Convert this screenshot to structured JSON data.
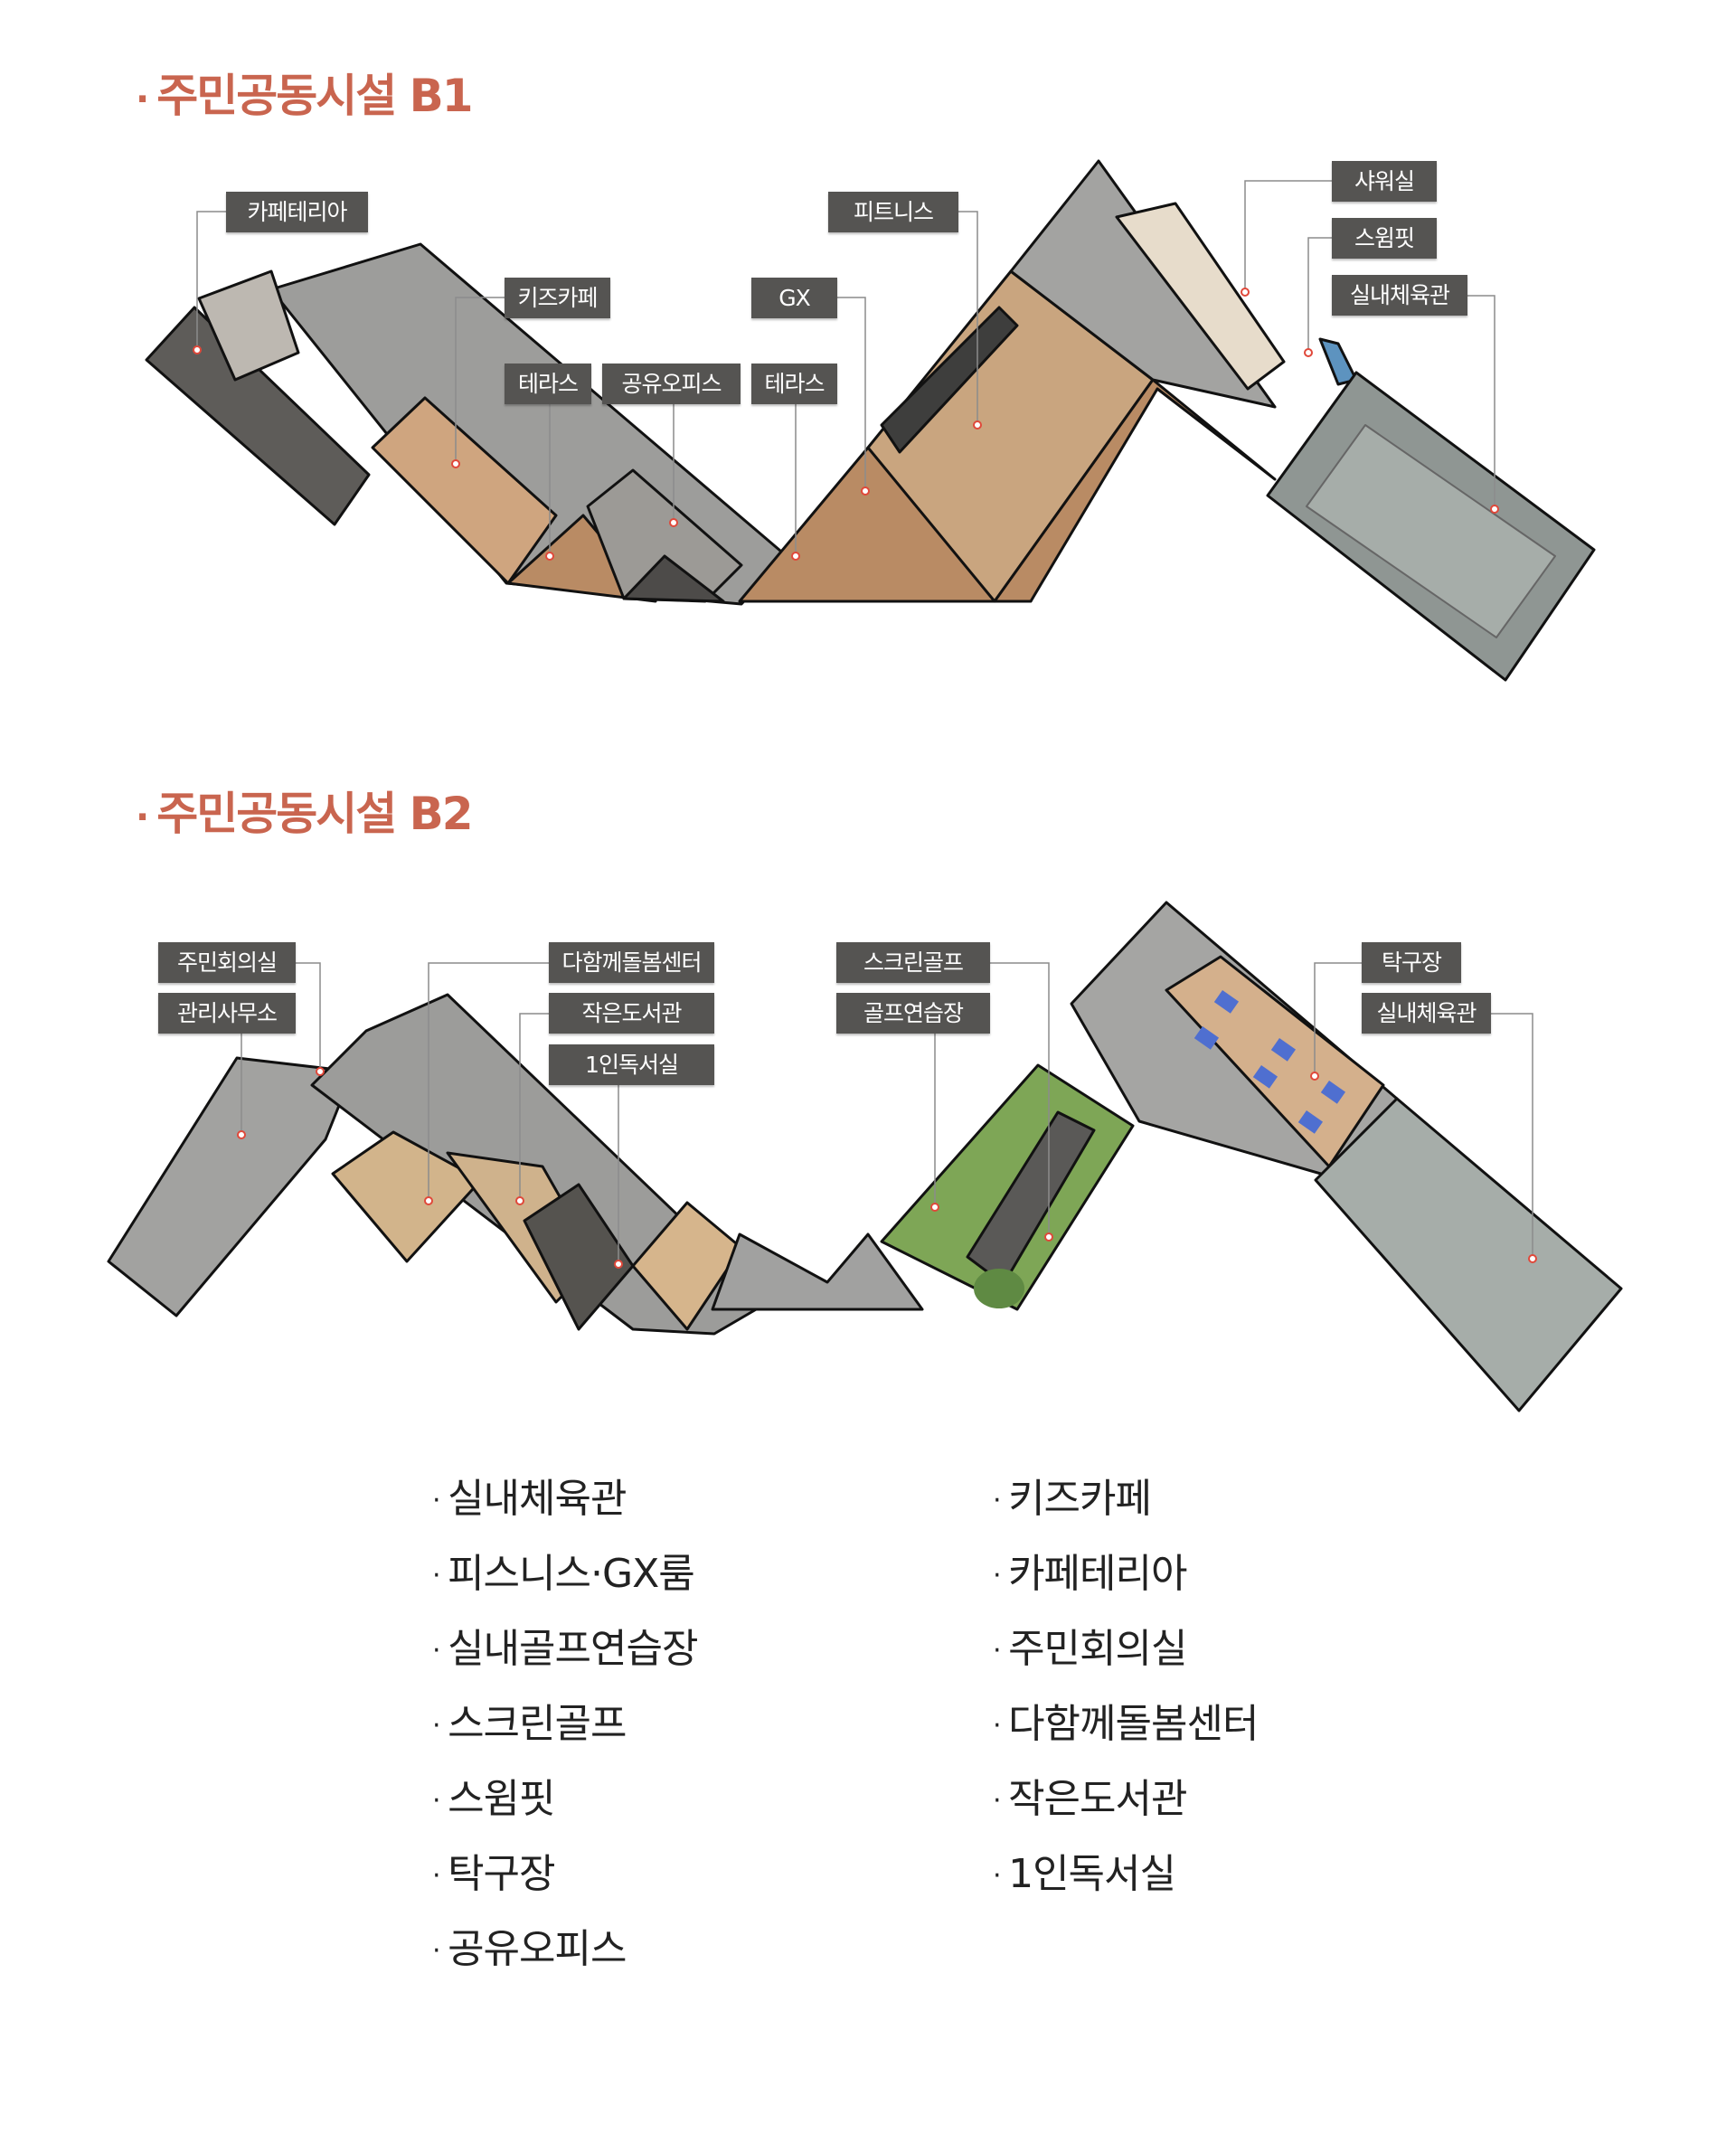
{
  "sections": {
    "b1": {
      "title": "주민공동시설 B1",
      "labels": {
        "cafeteria": "카페테리아",
        "kids_cafe": "키즈카페",
        "terrace_1": "테라스",
        "shared_office": "공유오피스",
        "terrace_2": "테라스",
        "gx": "GX",
        "fitness": "피트니스",
        "shower": "샤워실",
        "swim_fit": "스윔핏",
        "gym": "실내체육관"
      }
    },
    "b2": {
      "title": "주민공동시설 B2",
      "labels": {
        "meeting_room": "주민회의실",
        "management_office": "관리사무소",
        "care_center": "다함께돌봄센터",
        "small_library": "작은도서관",
        "reading_room": "1인독서실",
        "screen_golf": "스크린골프",
        "golf_practice": "골프연습장",
        "table_tennis": "탁구장",
        "gym": "실내체육관"
      }
    }
  },
  "facility_list": {
    "left": [
      "실내체육관",
      "피스니스·GX룸",
      "실내골프연습장",
      "스크린골프",
      "스윔핏",
      "탁구장",
      "공유오피스"
    ],
    "right": [
      "키즈카페",
      "카페테리아",
      "주민회의실",
      "다함께돌봄센터",
      "작은도서관",
      "1인독서실"
    ]
  },
  "colors": {
    "accent": "#c9654f",
    "label_bg": "#555452",
    "wood": "#c9a27c",
    "floor_gray": "#9e9e9c",
    "golf_green": "#7fa657",
    "court": "#a9b0ad"
  }
}
